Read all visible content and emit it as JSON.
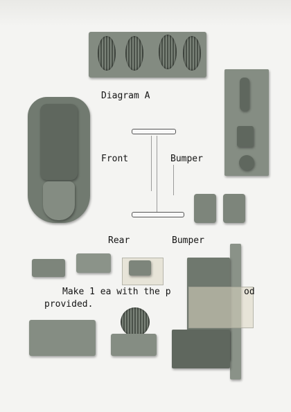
{
  "labels": {
    "diagram": "Diagram A",
    "front": "Front",
    "bumper_front": "Bumper",
    "rear": "Rear",
    "bumper_rear": "Bumper",
    "instruction_line1_left": "Make 1 ea with the p",
    "instruction_line1_right": "od",
    "instruction_line2": "provided."
  },
  "colors": {
    "resin": "#7d857b",
    "resin_dark": "#5f675e",
    "paper": "#f4f4f2"
  }
}
